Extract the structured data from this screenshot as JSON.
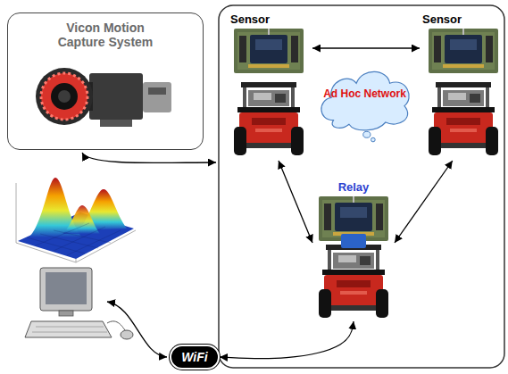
{
  "diagram": {
    "nodes": [
      {
        "text": [
          "Vicon Motion Capture System"
        ]
      },
      {
        "text": [
          "Sensor"
        ]
      },
      {
        "text": [
          "Sensor"
        ]
      },
      {
        "text": [
          "Ad Hoc Network"
        ]
      },
      {
        "text": [
          "Relay"
        ]
      },
      {
        "text": [
          "WiFi"
        ]
      }
    ],
    "edges": [
      {
        "from": 1,
        "to": 2,
        "arrow": "both"
      },
      {
        "from": 1,
        "to": 4,
        "arrow": "both"
      },
      {
        "from": 2,
        "to": 4,
        "arrow": "both"
      },
      {
        "from": 5,
        "to": 4,
        "arrow": "both"
      }
    ]
  }
}
